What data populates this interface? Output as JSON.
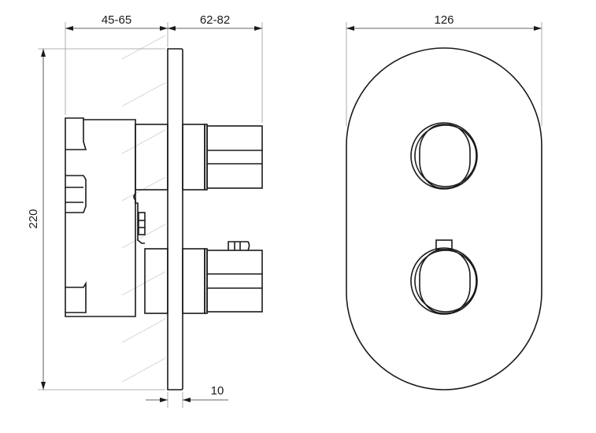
{
  "drawing": {
    "side_view": {
      "dim_depth_body": "45-65",
      "dim_depth_handles": "62-82",
      "dim_height": "220",
      "dim_plate_thickness": "10"
    },
    "front_view": {
      "dim_width": "126"
    },
    "line_color": "#1a1a1a"
  }
}
